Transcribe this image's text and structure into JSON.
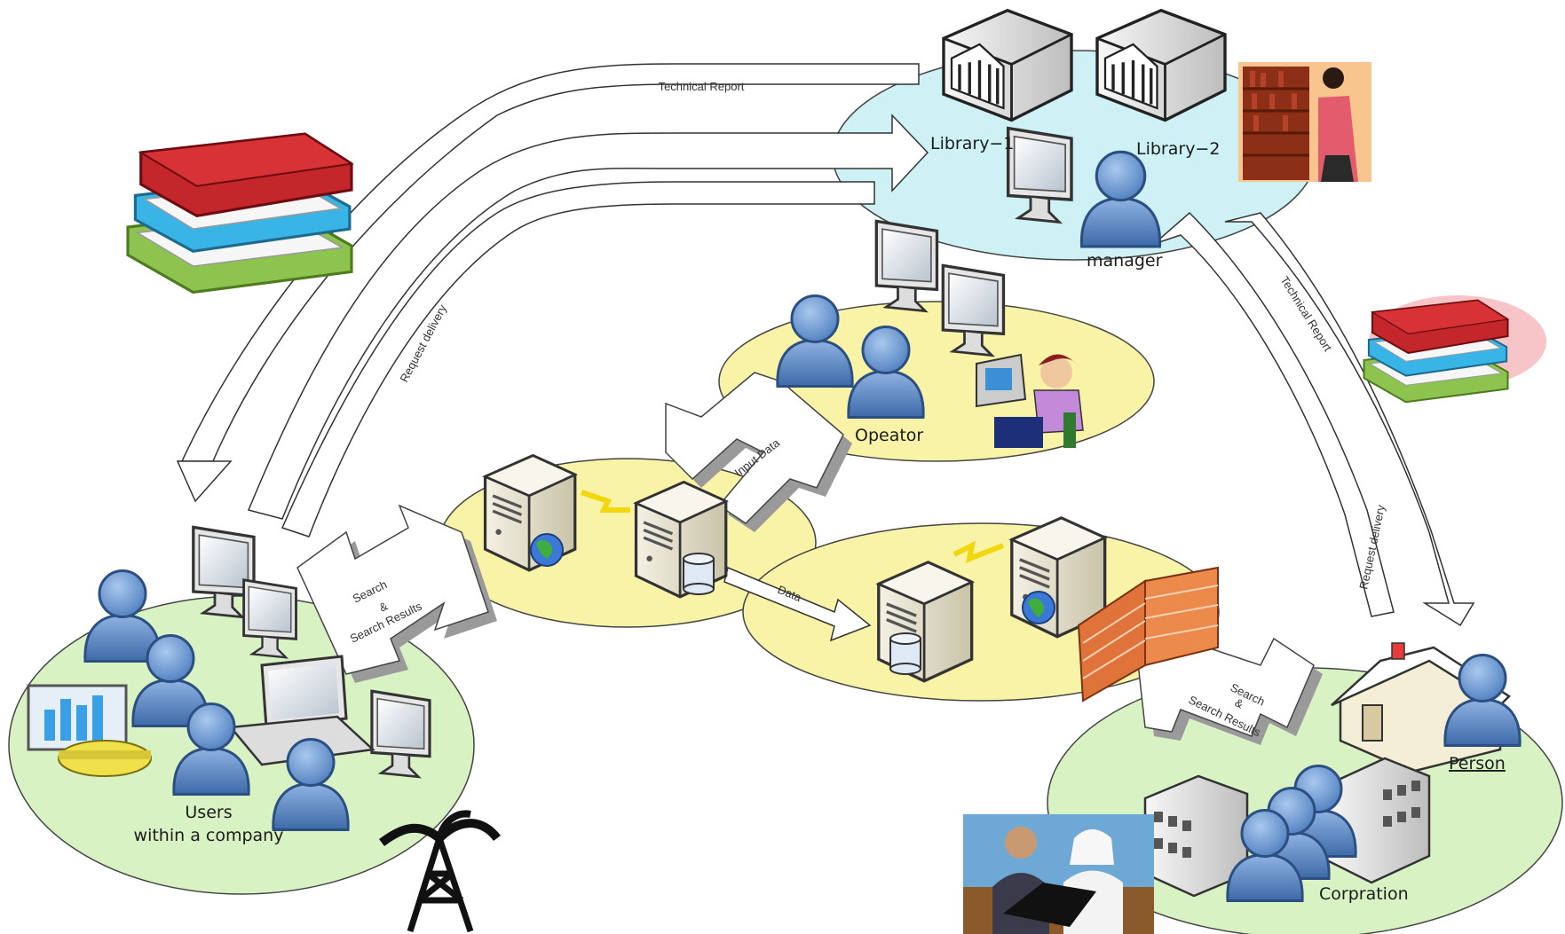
{
  "labels": {
    "library1": "Library−1",
    "library2": "Library−2",
    "manager": "manager",
    "operator": "Opeator",
    "users_line1": "Users",
    "users_line2": "within a company",
    "person": "Person",
    "corporation": "Corpration"
  },
  "arrows": {
    "technical_report_top": "Technical Report",
    "request_delivery_left": "Request delivery",
    "technical_report_right": "Technical Report",
    "request_delivery_right": "Request delivery",
    "input_data": "Input Data",
    "data": "Data",
    "search_left_1": "Search",
    "search_left_2": "&",
    "search_left_3": "Search Results",
    "search_right_1": "Search",
    "search_right_2": "&",
    "search_right_3": "Search Results"
  },
  "colors": {
    "library_zone": "#cdf1f5",
    "operator_zone": "#f8f3a6",
    "server_zone": "#f8f3a6",
    "user_zone": "#d9f2c4",
    "person_icon": "#5f8fc9",
    "firewall": "#e0733a"
  }
}
